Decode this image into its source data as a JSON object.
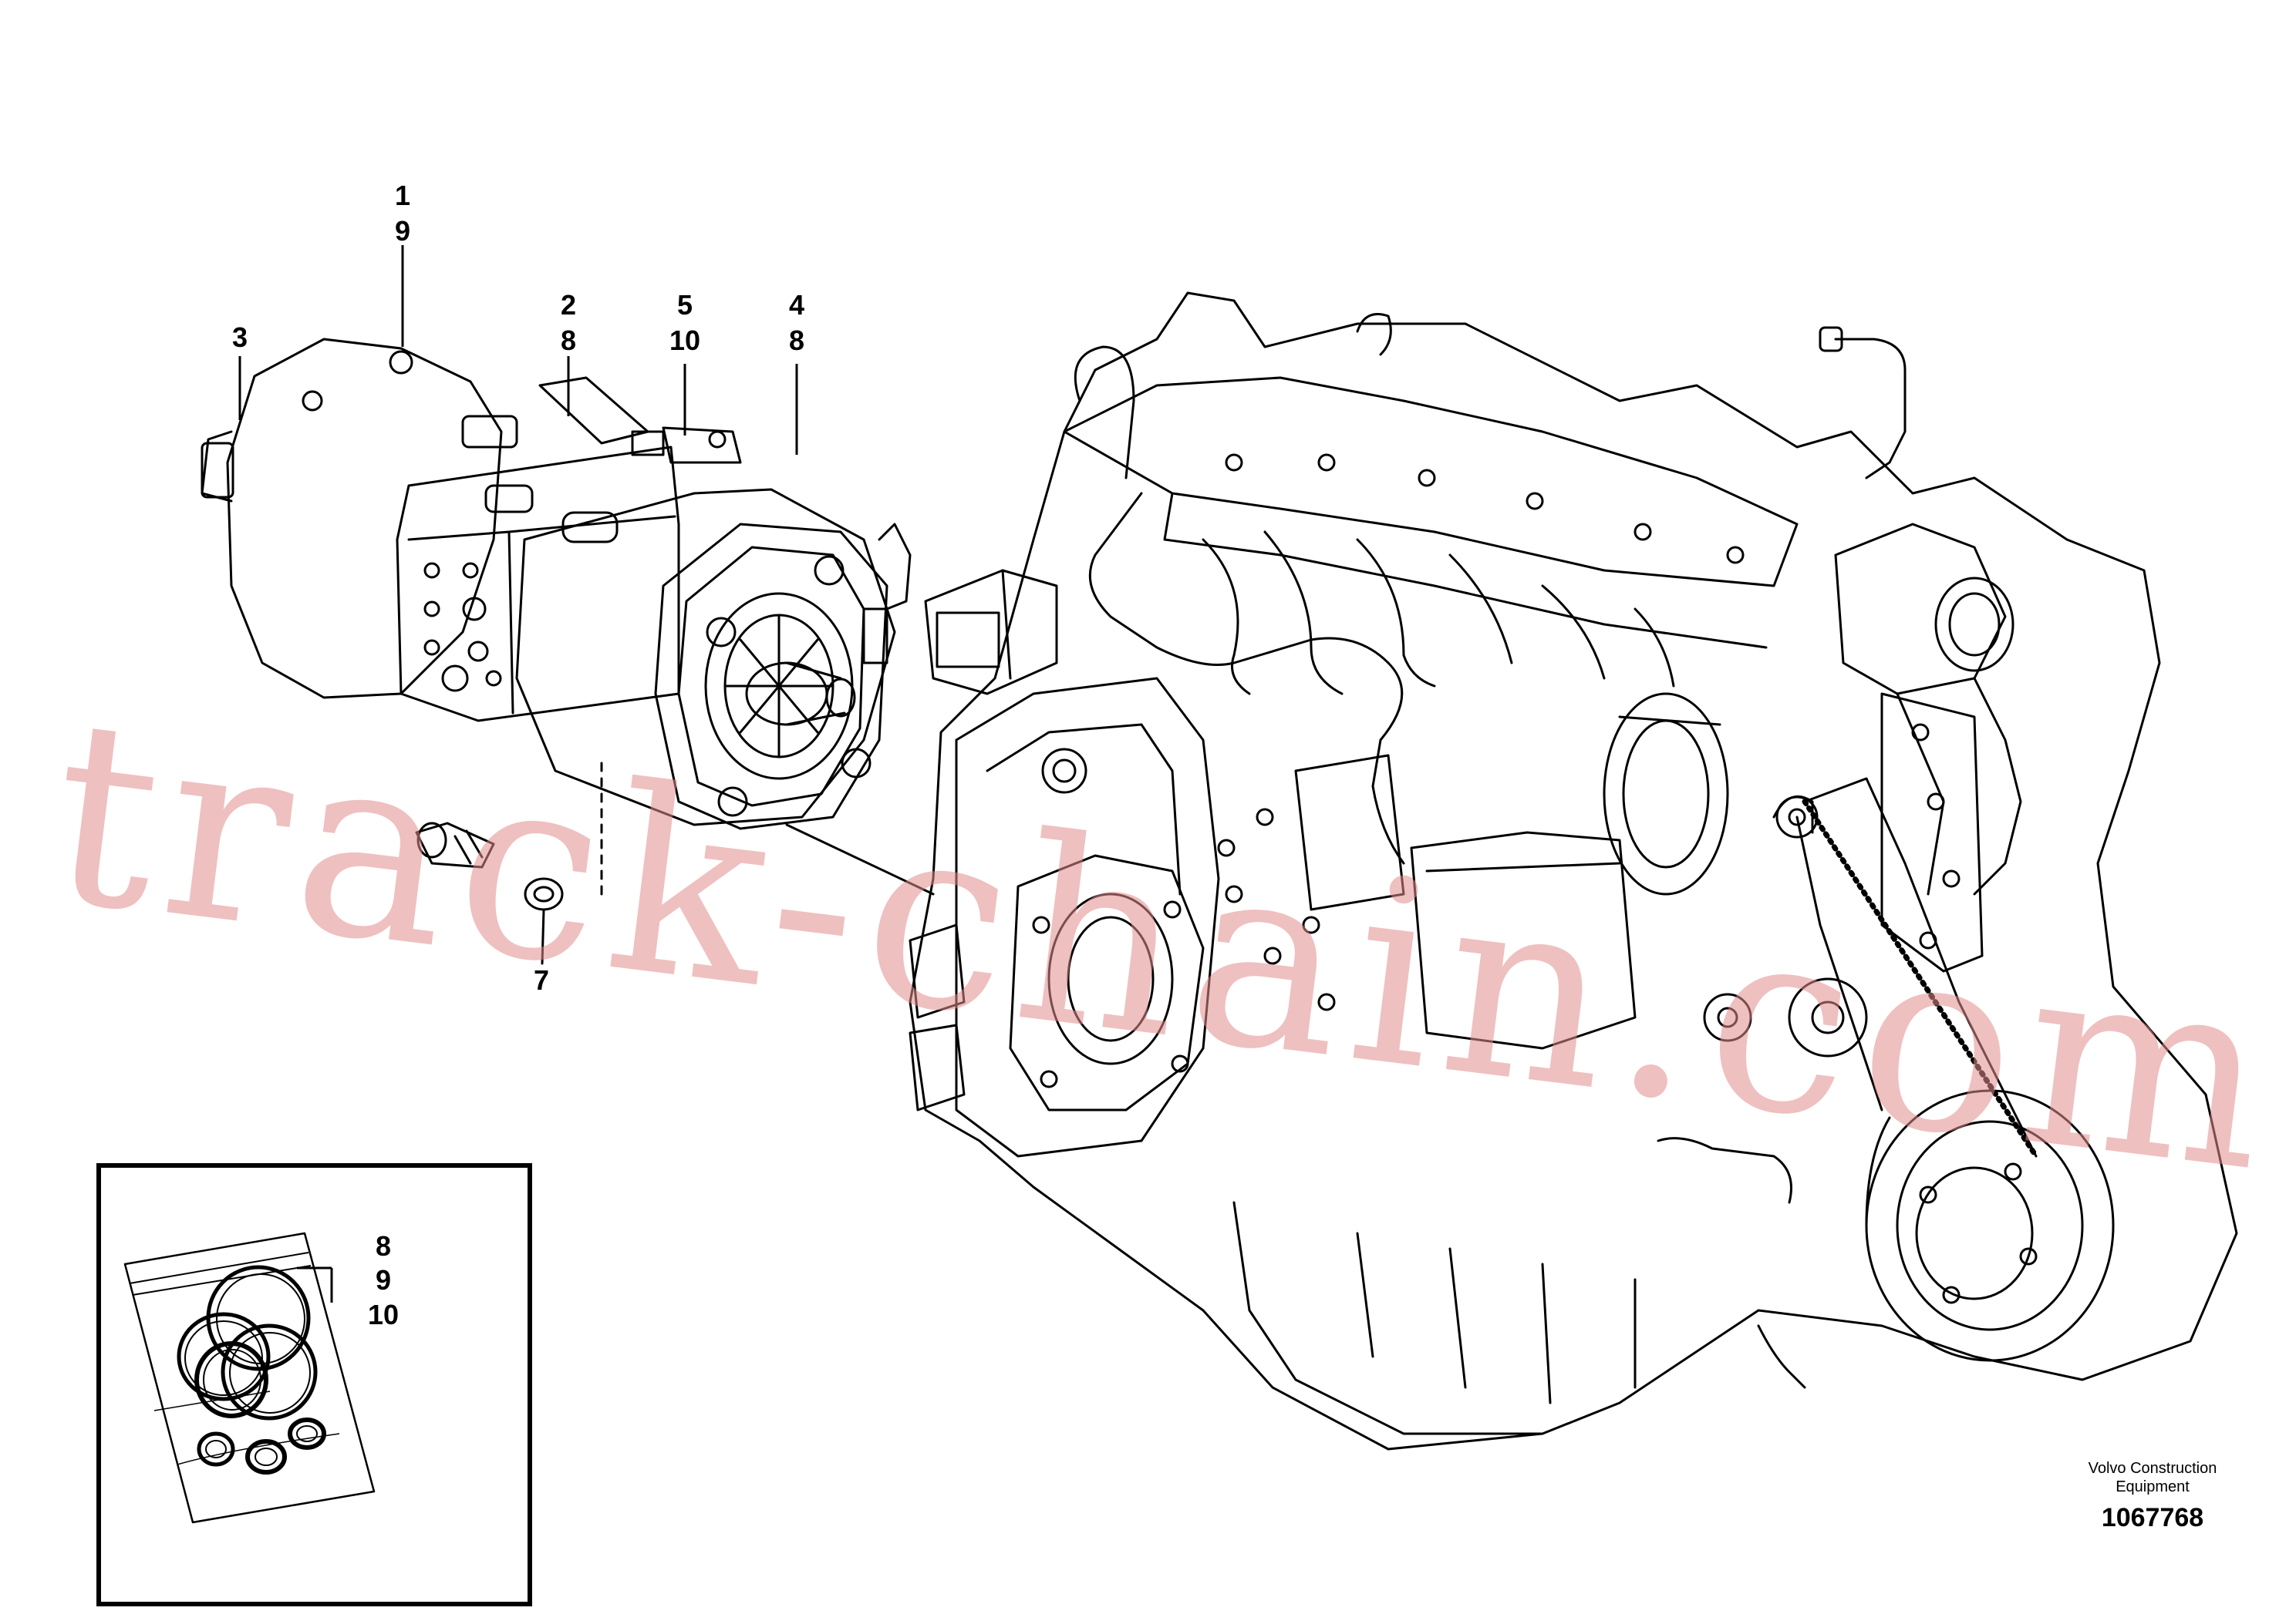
{
  "callouts": {
    "c1": "1",
    "c9a": "9",
    "c2": "2",
    "c8a": "8",
    "c5": "5",
    "c10a": "10",
    "c4": "4",
    "c8b": "8",
    "c3": "3",
    "c7": "7"
  },
  "inset": {
    "c8": "8",
    "c9": "9",
    "c10": "10"
  },
  "footer": {
    "credit_line1": "Volvo Construction",
    "credit_line2": "Equipment",
    "figure_number": "1067768"
  },
  "watermark": "track-chain.com"
}
